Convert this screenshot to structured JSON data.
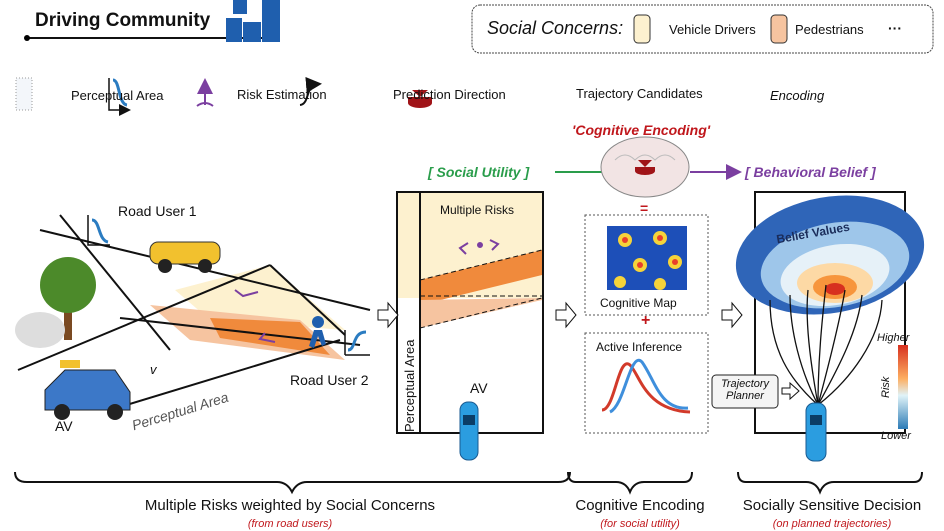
{
  "title": "Driving Community",
  "social_concerns": {
    "label": "Social Concerns:",
    "items": [
      "Vehicle Drivers",
      "Pedestrians"
    ],
    "more": "···",
    "colors": [
      "#fdf1cf",
      "#f6c4a0"
    ]
  },
  "legend": [
    "Perceptual Area",
    "Risk Estimation",
    "Prediction Direction",
    "Trajectory Candidates",
    "Encoding"
  ],
  "cognitive_encoding_quote": "'Cognitive Encoding'",
  "social_utility": "[ Social Utility ]",
  "behavioral_belief": "[ Behavioral Belief ]",
  "scene": {
    "road_user_1": "Road User 1",
    "road_user_2": "Road User 2",
    "av": "AV",
    "perceptual_area": "Perceptual Area",
    "v": "v"
  },
  "risk_panel": {
    "title": "Multiple Risks",
    "perceptual_area": "Perceptual Area",
    "av": "AV"
  },
  "cognitive": {
    "map": "Cognitive Map",
    "plus": "+",
    "inference": "Active Inference",
    "equals": "="
  },
  "belief": {
    "values": "Belief Values",
    "planner": "Trajectory Planner",
    "risk": "Risk",
    "higher": "Higher",
    "lower": "Lower"
  },
  "captions": [
    {
      "main": "Multiple Risks weighted by Social Concerns",
      "sub": "(from road users)"
    },
    {
      "main": "Cognitive Encoding",
      "sub": "(for social utility)"
    },
    {
      "main": "Socially Sensitive Decision",
      "sub": "(on planned trajectories)"
    }
  ]
}
